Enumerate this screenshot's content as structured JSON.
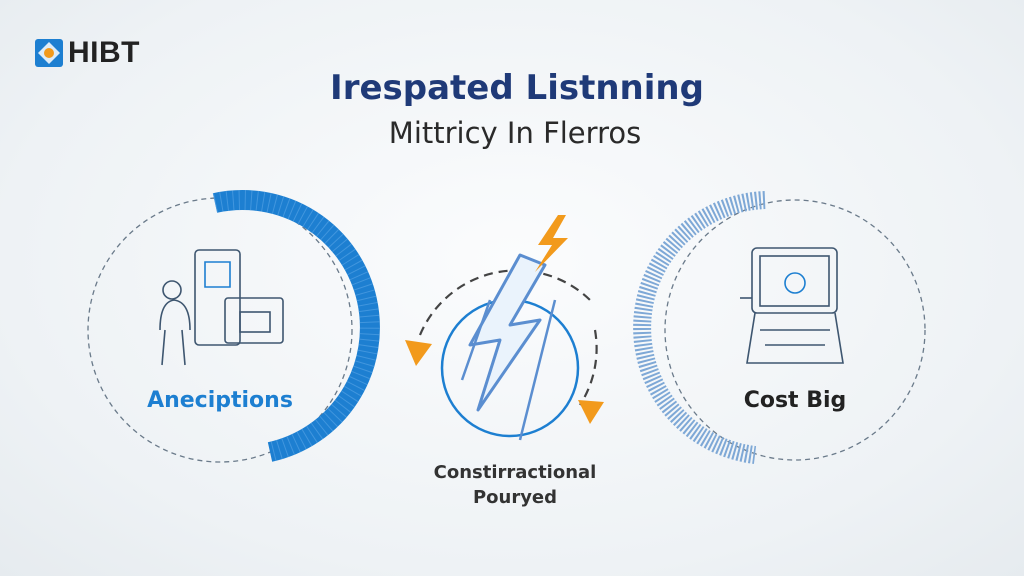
{
  "brand": {
    "name": "HIBT"
  },
  "header": {
    "title": "Irespated Listnning",
    "subtitle": "Mittricy In Flerros"
  },
  "sections": [
    {
      "label": "Aneciptions",
      "icon": "machine-worker-icon"
    },
    {
      "label": "Constirractional Pouryed",
      "line1": "Constirractional",
      "line2": "Pouryed",
      "icon": "lightning-cycle-icon"
    },
    {
      "label": "Cost Big",
      "icon": "terminal-device-icon"
    }
  ],
  "colors": {
    "primary": "#1d7fd1",
    "accent": "#f29a1c",
    "title": "#1f3a78"
  }
}
